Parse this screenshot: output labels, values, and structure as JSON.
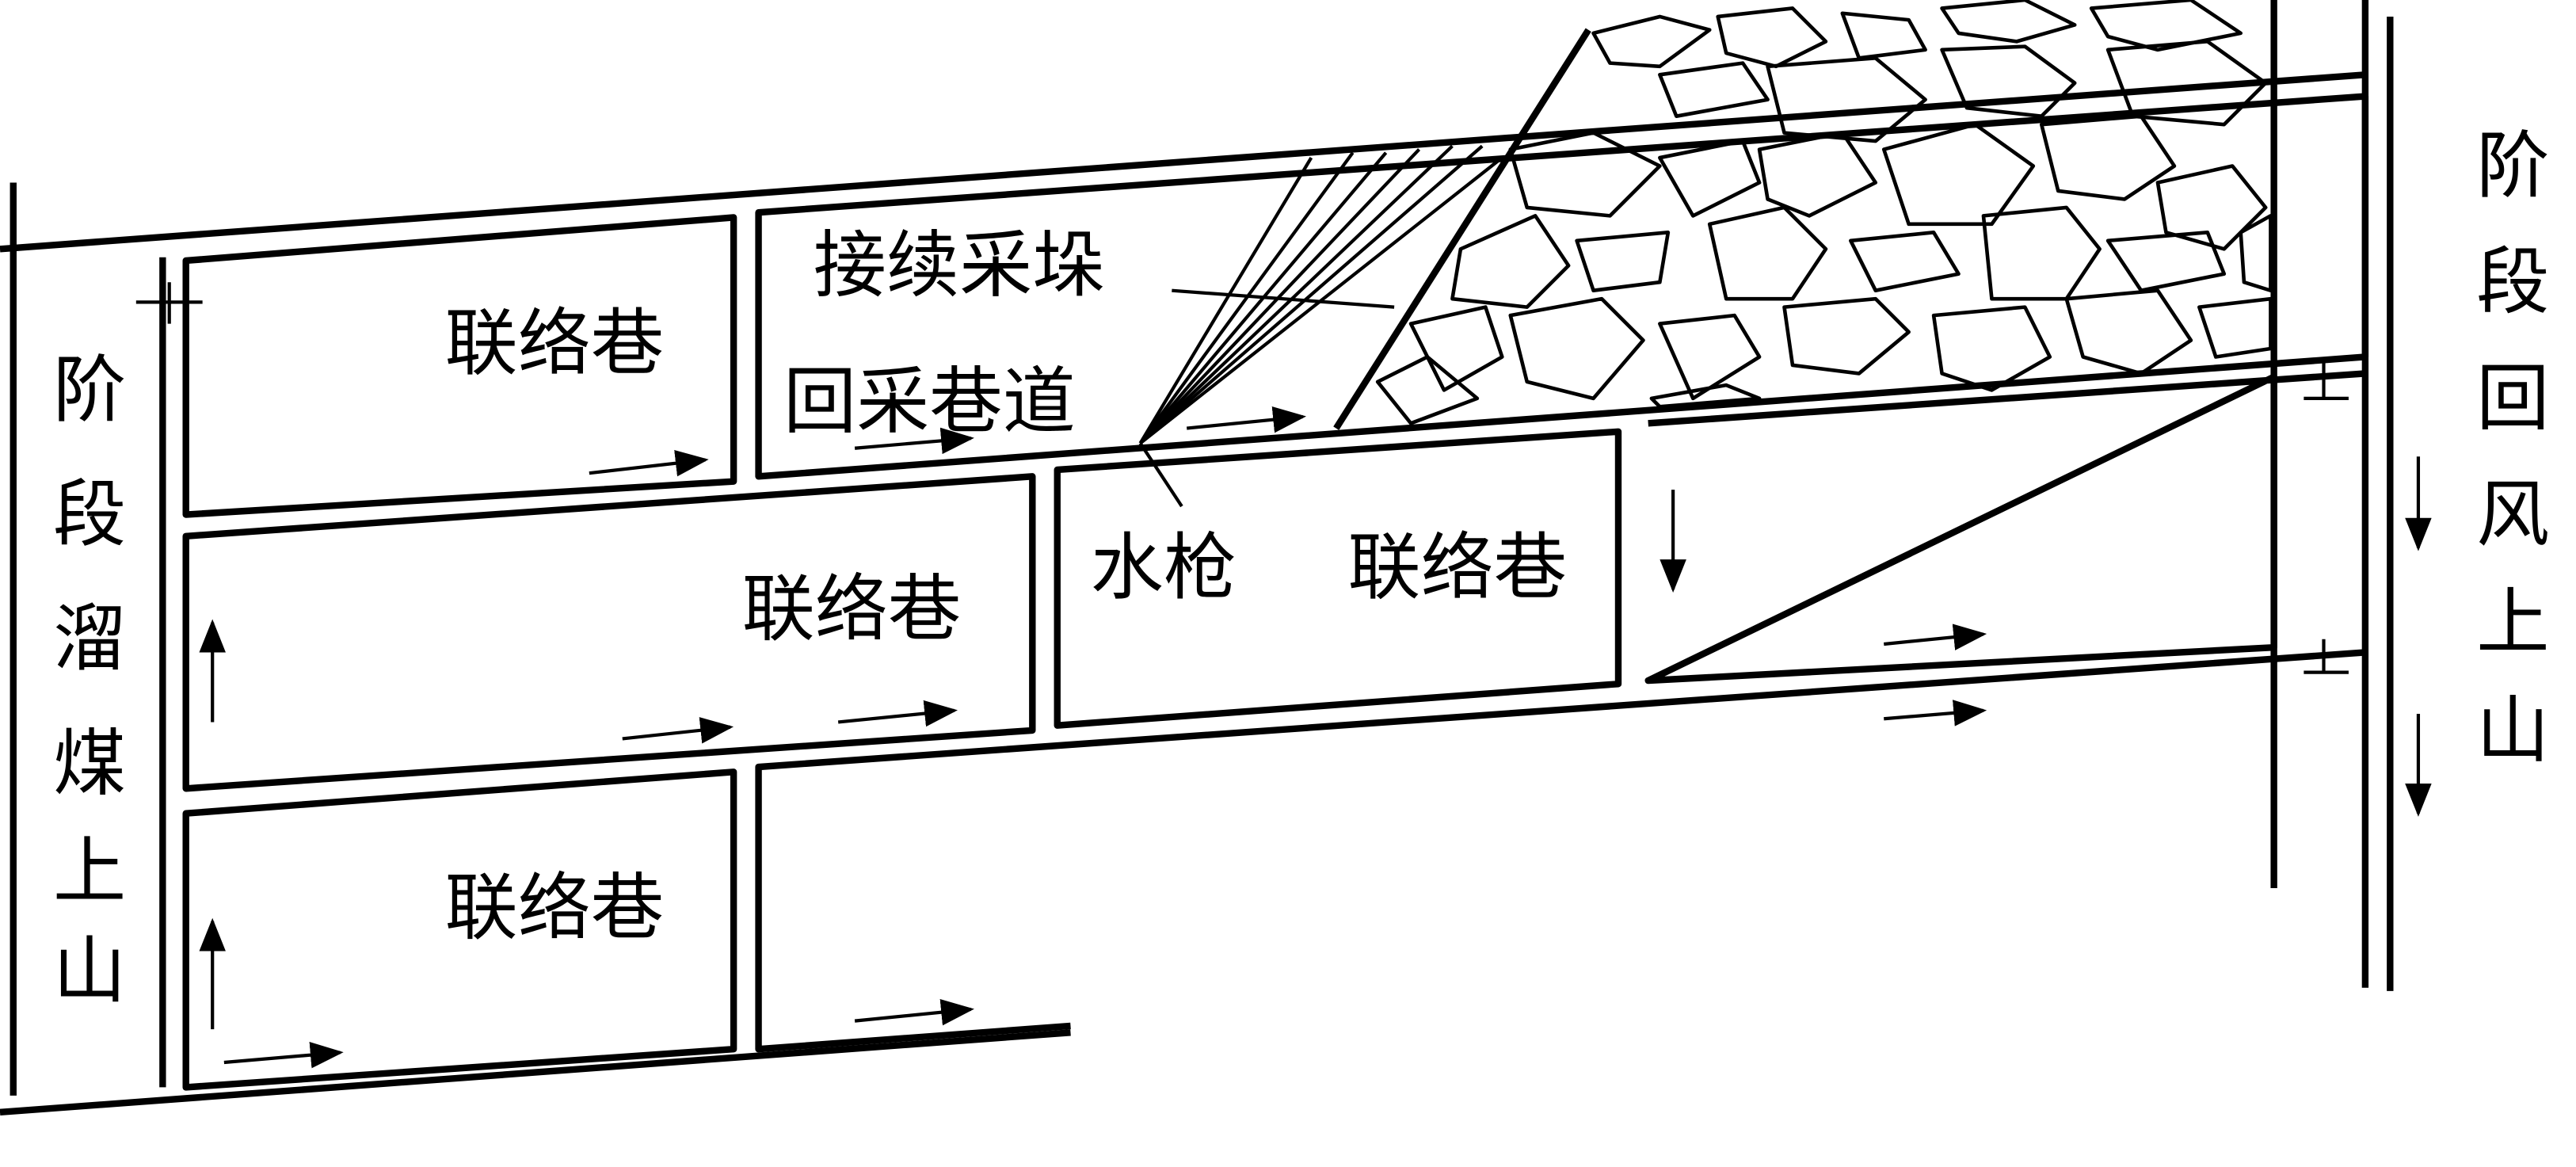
{
  "labels": {
    "left_shaft": [
      "阶",
      "段",
      "溜",
      "煤",
      "上",
      "山"
    ],
    "right_shaft": [
      "阶",
      "段",
      "回",
      "风",
      "上",
      "山"
    ],
    "connection_roadway": "联络巷",
    "continuation_block": "接续采垛",
    "mining_roadway": "回采巷道",
    "water_gun": "水枪"
  }
}
